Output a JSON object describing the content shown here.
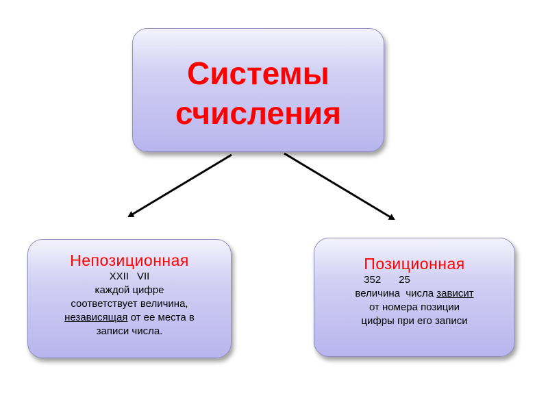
{
  "root": {
    "line1": "Системы",
    "line2": "счисления"
  },
  "non_positional": {
    "title": "Непозиционная",
    "example_1": "XXII",
    "example_2": "VII",
    "line1": "каждой цифре",
    "line2": "соответствует величина,",
    "line3_underlined": "независящая",
    "line3_rest": " от ее места в",
    "line4": "записи числа."
  },
  "positional": {
    "title": "Позиционная",
    "example_1": "352",
    "example_2": "25",
    "line1_start": "величина  числа ",
    "line1_underlined": "зависит",
    "line2": "от номера позиции",
    "line3": "цифры при его записи"
  }
}
